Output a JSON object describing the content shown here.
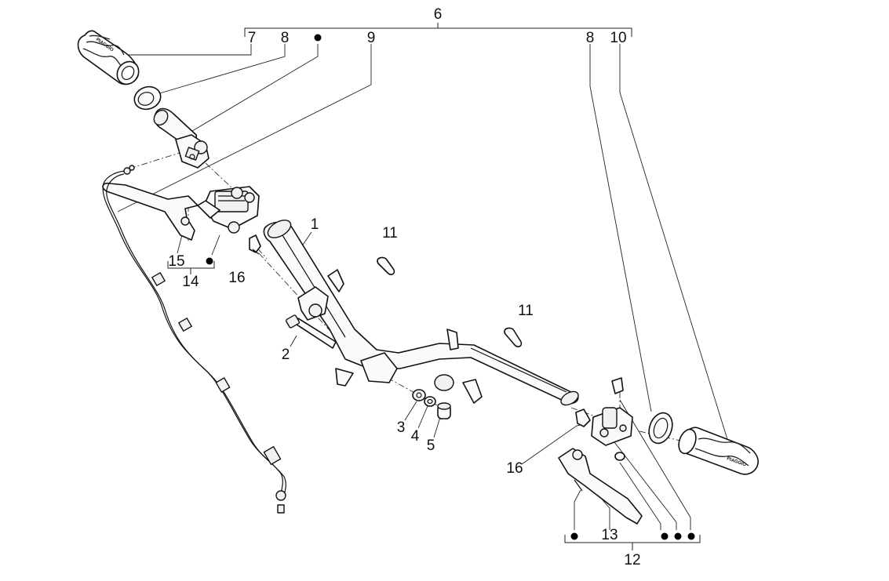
{
  "callouts": {
    "n1": "1",
    "n2": "2",
    "n3": "3",
    "n4": "4",
    "n5": "5",
    "n6": "6",
    "n7": "7",
    "n8a": "8",
    "n8b": "8",
    "n9": "9",
    "n10": "10",
    "n11a": "11",
    "n11b": "11",
    "n12": "12",
    "n13": "13",
    "n14": "14",
    "n15": "15",
    "n16a": "16",
    "n16b": "16"
  },
  "grip_brand": "PIAGGIO"
}
